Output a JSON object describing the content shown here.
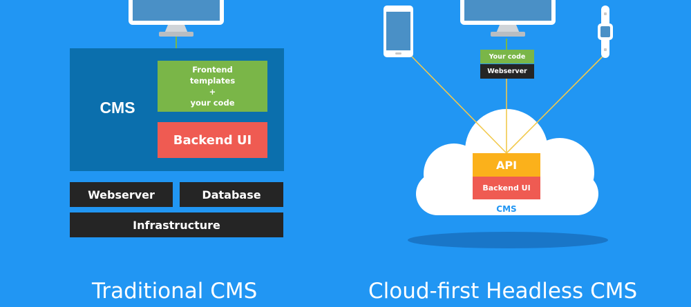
{
  "colors": {
    "background": "#2196f3",
    "cms_panel": "#0b6fad",
    "frontend_box": "#7ab648",
    "backend_box": "#ef5b52",
    "dark_box": "#252525",
    "api_box": "#fbb11b",
    "cloud": "#ffffff",
    "cloud_cms_label": "#2196f3",
    "connector": "#f2c94c"
  },
  "traditional": {
    "cms_label": "CMS",
    "frontend_line1": "Frontend",
    "frontend_line2": "templates",
    "frontend_line3": "+",
    "frontend_line4": "your code",
    "backend_label": "Backend UI",
    "webserver_label": "Webserver",
    "database_label": "Database",
    "infrastructure_label": "Infrastructure",
    "caption": "Traditional CMS"
  },
  "headless": {
    "your_code_label": "Your code",
    "webserver_label": "Webserver",
    "api_label": "API",
    "backend_label": "Backend UI",
    "cloud_cms_label": "CMS",
    "caption": "Cloud-first Headless CMS"
  },
  "icons": [
    "desktop-monitor-icon",
    "smartphone-icon",
    "smartwatch-icon",
    "cloud-icon"
  ]
}
